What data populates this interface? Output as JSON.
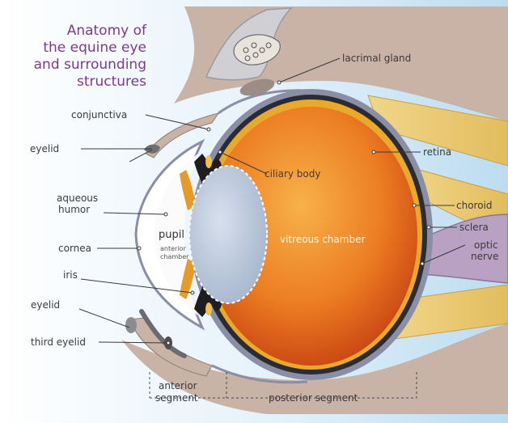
{
  "title_lines": [
    "Anatomy of",
    "the equine eye",
    "and surrounding",
    "structures"
  ],
  "labels": {
    "lacrimal_gland": "lacrimal gland",
    "conjunctiva": "conjunctiva",
    "eyelid_upper": "eyelid",
    "ciliary_body": "ciliary body",
    "retina": "retina",
    "aqueous_humor_1": "aqueous",
    "aqueous_humor_2": "humor",
    "choroid": "choroid",
    "sclera": "sclera",
    "pupil": "pupil",
    "anterior_chamber_1": "anterior",
    "anterior_chamber_2": "chamber",
    "vitreous_chamber": "vitreous chamber",
    "optic_nerve_1": "optic",
    "optic_nerve_2": "nerve",
    "cornea": "cornea",
    "iris": "iris",
    "eyelid_lower": "eyelid",
    "third_eyelid": "third eyelid",
    "anterior_segment_1": "anterior",
    "anterior_segment_2": "segment",
    "posterior_segment": "posterior segment"
  },
  "colors": {
    "title": "#7a3c8c",
    "sky": "#cfe6f5",
    "tissue": "#c9b2a6",
    "muscle": "#e9cc7a",
    "sclera": "#8a8fa6",
    "vitreous_inner": "#f4a23a",
    "vitreous_outer": "#c8420f",
    "lens": "#b9c7da",
    "optic_nerve": "#b9a1c4"
  }
}
